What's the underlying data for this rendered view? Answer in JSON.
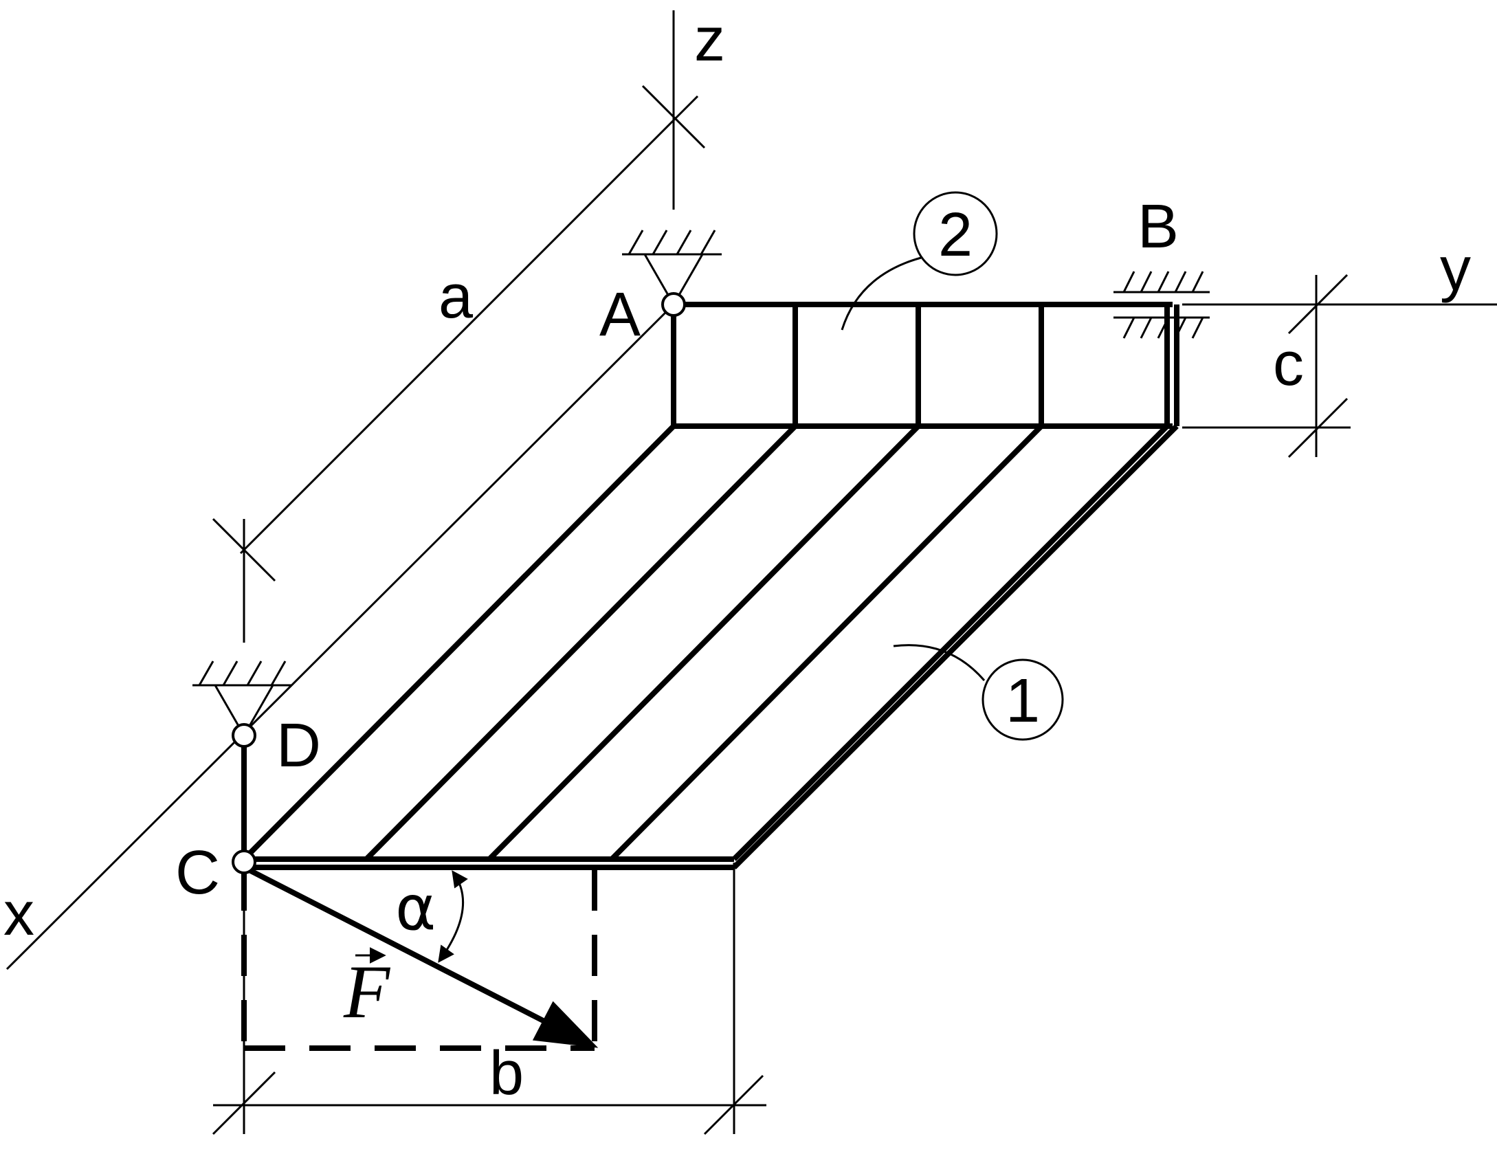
{
  "axes": {
    "x": "x",
    "y": "y",
    "z": "z"
  },
  "points": {
    "A": "A",
    "B": "B",
    "C": "C",
    "D": "D"
  },
  "dimensions": {
    "a": "a",
    "b": "b",
    "c": "c"
  },
  "parts": {
    "part1": "1",
    "part2": "2"
  },
  "force": {
    "symbol": "F",
    "angle": "α"
  }
}
